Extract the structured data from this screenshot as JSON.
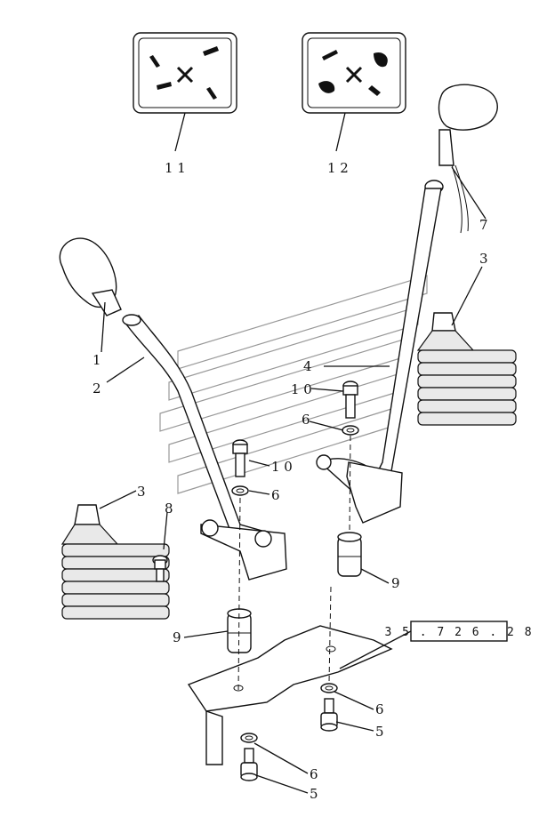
{
  "callouts": {
    "c1": "1",
    "c2": "2",
    "c3a": "3",
    "c3b": "3",
    "c4": "4",
    "c5a": "5",
    "c5b": "5",
    "c6a": "6",
    "c6b": "6",
    "c6c": "6",
    "c6d": "6",
    "c7": "7",
    "c8": "8",
    "c9a": "9",
    "c9b": "9",
    "c10a": "1 0",
    "c10b": "1 0",
    "c11": "1 1",
    "c12": "1 2"
  },
  "reference_box": "3 5 . 7 2 6 . 2 8",
  "icons": {
    "decal_left": "control-pattern-decal-icon",
    "decal_right": "control-pattern-decal-icon"
  }
}
